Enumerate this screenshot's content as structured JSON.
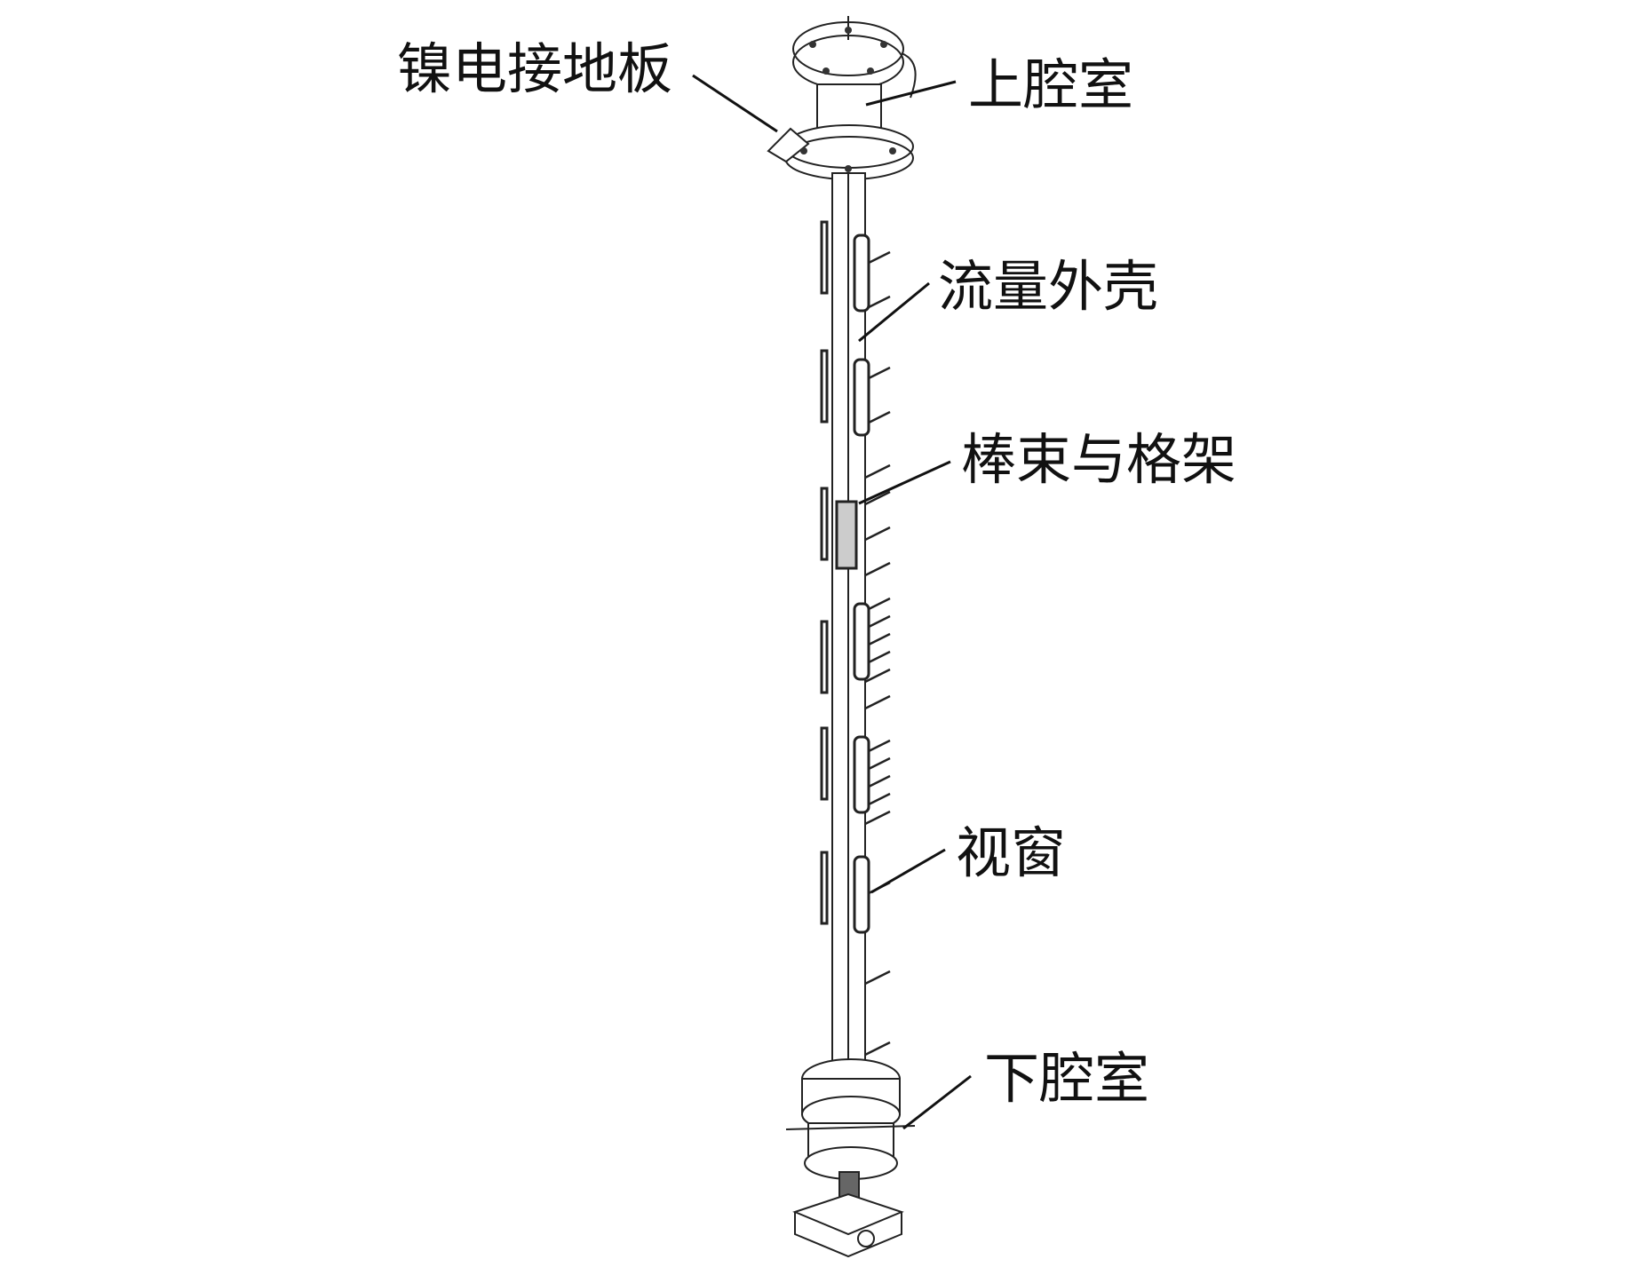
{
  "labels": {
    "ground_plate": "镍电接地板",
    "upper_chamber": "上腔室",
    "flow_housing": "流量外壳",
    "rod_bundle_grid": "棒束与格架",
    "view_window": "视窗",
    "lower_chamber": "下腔室"
  }
}
